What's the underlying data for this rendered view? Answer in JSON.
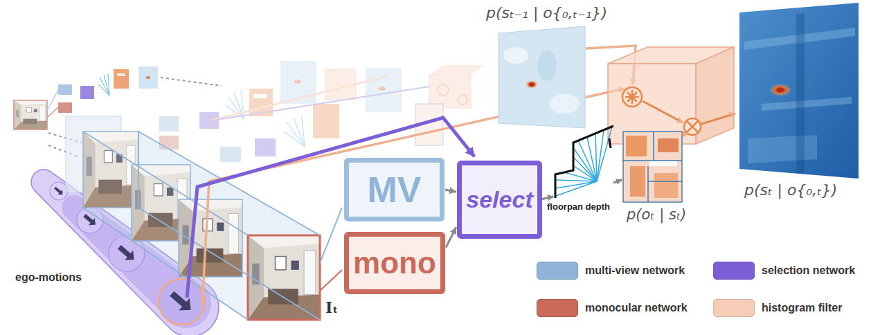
{
  "diagram": {
    "nodes": [
      {
        "text": [
          "MV"
        ]
      },
      {
        "text": [
          "mono"
        ]
      },
      {
        "text": [
          "select"
        ]
      }
    ],
    "edges": [
      {
        "from": 0,
        "to": 2,
        "arrow": "to"
      },
      {
        "from": 1,
        "to": 2,
        "arrow": "to"
      }
    ],
    "labels": [
      "p(sₜ₋₁ | o{₀,ₜ₋₁})",
      "p(sₜ | o{₀,ₜ})",
      "p(oₜ | sₜ)",
      "floorpan depth",
      "ego-motions",
      "Iₜ"
    ],
    "legend": [
      {
        "text": "multi-view network",
        "color": "#8fb3d9"
      },
      {
        "text": "selection network",
        "color": "#7c5fd6"
      },
      {
        "text": "monocular network",
        "color": "#c96a5a"
      },
      {
        "text": "histogram filter",
        "color": "#f6cdb7"
      }
    ]
  }
}
